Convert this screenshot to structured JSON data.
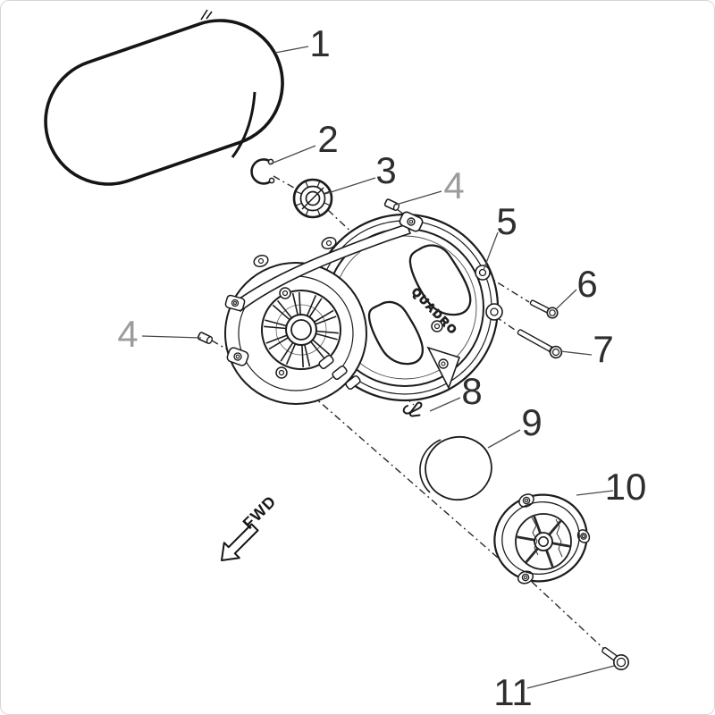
{
  "colors": {
    "line": "#1c1c1c",
    "leader": "#4a4a4a",
    "callout_text": "#2e2e2e",
    "callout_muted": "#9c9c9c",
    "background": "#ffffff",
    "page_border": "#d6d6d6"
  },
  "cover_logo": "QUADRO",
  "fwd_arrow": {
    "label": "FWD"
  },
  "callouts": [
    {
      "ref": "1",
      "part": "drive-belt",
      "muted": false
    },
    {
      "ref": "2",
      "part": "snap-ring",
      "muted": false
    },
    {
      "ref": "3",
      "part": "bearing",
      "muted": false
    },
    {
      "ref": "4",
      "part": "dowel-pin-upper",
      "muted": true
    },
    {
      "ref": "5",
      "part": "cvt-outer-cover",
      "muted": false
    },
    {
      "ref": "6",
      "part": "bolt-short",
      "muted": false
    },
    {
      "ref": "7",
      "part": "bolt-long",
      "muted": false
    },
    {
      "ref": "4",
      "part": "dowel-pin-left",
      "muted": true
    },
    {
      "ref": "8",
      "part": "retaining-clip",
      "muted": false
    },
    {
      "ref": "9",
      "part": "cover-cap",
      "muted": false
    },
    {
      "ref": "10",
      "part": "inner-cover-plate",
      "muted": false
    },
    {
      "ref": "11",
      "part": "flange-bolt",
      "muted": false
    }
  ]
}
